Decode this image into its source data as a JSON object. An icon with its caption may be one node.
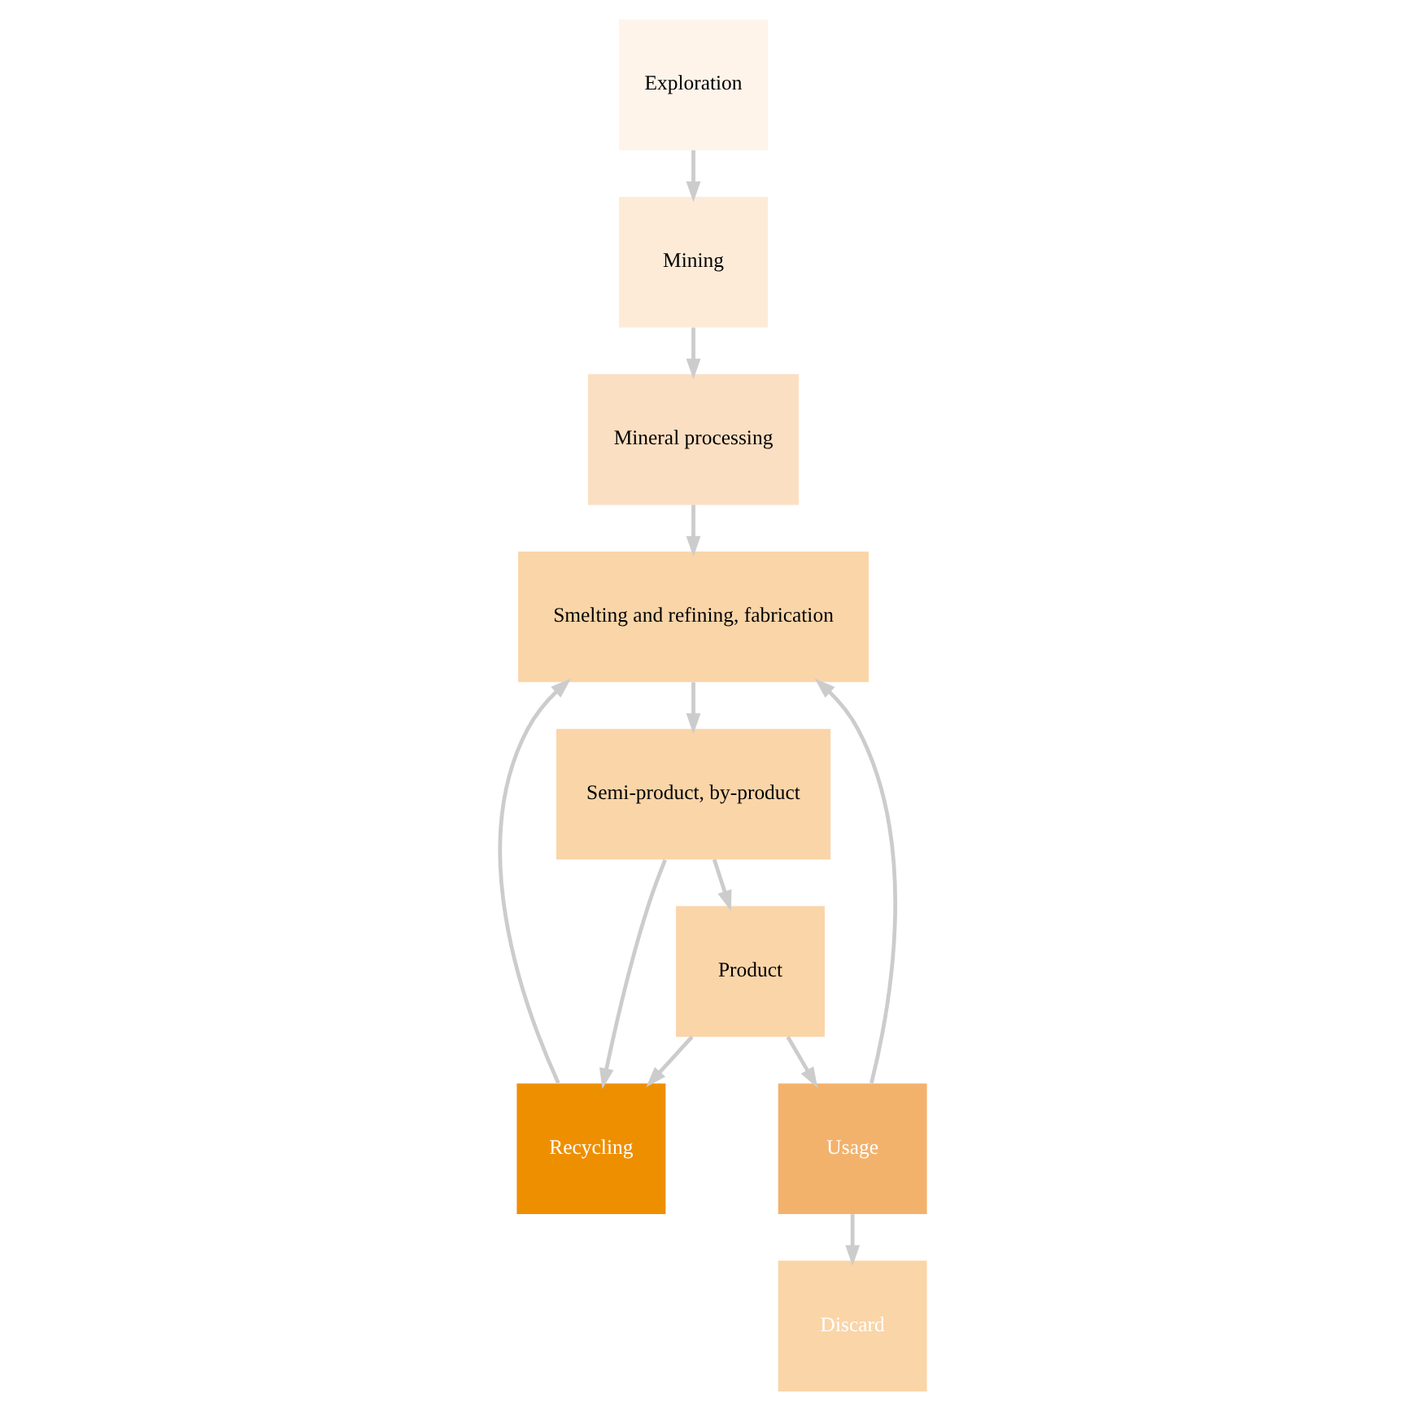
{
  "diagram": {
    "nodes": [
      {
        "text": [
          "Smelting and refining, fabrication"
        ]
      },
      {
        "text": [
          "Semi-product, by-product"
        ]
      },
      {
        "text": [
          "Mineral processing"
        ]
      },
      {
        "text": [
          "Mining"
        ]
      },
      {
        "text": [
          "Exploration"
        ]
      },
      {
        "text": [
          "Recycling"
        ]
      },
      {
        "text": [
          "Usage"
        ]
      },
      {
        "text": [
          "Product"
        ]
      },
      {
        "text": [
          "Discard"
        ]
      }
    ],
    "edges": [
      {
        "from": 4,
        "to": 3,
        "arrow": "to"
      },
      {
        "from": 3,
        "to": 2,
        "arrow": "to"
      },
      {
        "from": 2,
        "to": 0,
        "arrow": "to"
      },
      {
        "from": 0,
        "to": 1,
        "arrow": "to"
      },
      {
        "from": 1,
        "to": 7,
        "arrow": "to"
      },
      {
        "from": 1,
        "to": 5,
        "arrow": "to"
      },
      {
        "from": 7,
        "to": 5,
        "arrow": "to"
      },
      {
        "from": 7,
        "to": 6,
        "arrow": "to"
      },
      {
        "from": 5,
        "to": 0,
        "arrow": "to"
      },
      {
        "from": 6,
        "to": 0,
        "arrow": "to"
      },
      {
        "from": 6,
        "to": 8,
        "arrow": "to"
      }
    ]
  }
}
